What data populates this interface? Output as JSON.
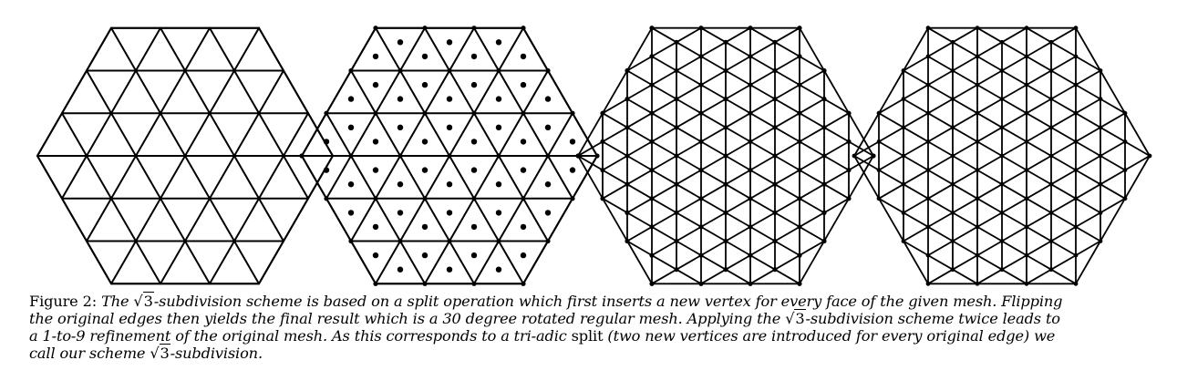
{
  "figure": {
    "panels": [
      {
        "name": "original-mesh"
      },
      {
        "name": "inserted-vertices"
      },
      {
        "name": "flipped-edges"
      },
      {
        "name": "rotated-regular-mesh"
      }
    ]
  },
  "caption": {
    "label": "Figure 2:",
    "root_symbol": "√",
    "root_arg": "3",
    "l1_a": " The ",
    "l1_b": "-subdivision scheme is based on a split operation which first inserts a new vertex for every face of the given mesh. Flipping",
    "l2_a": "the original edges then yields the final result which is a 30 degree rotated regular mesh. Applying the ",
    "l2_b": "-subdivision scheme twice leads to",
    "l3_a": "a 1-to-9 refinement of the original mesh. As this corresponds to a tri-adic ",
    "l3_split": "split",
    "l3_b": " (two new vertices are introduced for every original edge) we",
    "l4_a": "call our scheme ",
    "l4_b": "-subdivision."
  }
}
